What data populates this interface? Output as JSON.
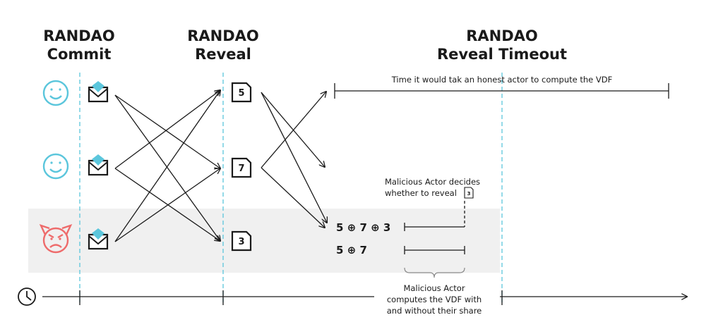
{
  "headers": {
    "commit_line1": "RANDAO",
    "commit_line2": "Commit",
    "reveal_line1": "RANDAO",
    "reveal_line2": "Reveal",
    "timeout_line1": "RANDAO",
    "timeout_line2": "Reveal Timeout"
  },
  "actors": [
    {
      "type": "honest",
      "icon": "smiley-face-icon",
      "color": "#5bc6dc"
    },
    {
      "type": "honest",
      "icon": "smiley-face-icon",
      "color": "#5bc6dc"
    },
    {
      "type": "malicious",
      "icon": "angry-devil-face-icon",
      "color": "#ee6b6b"
    }
  ],
  "reveals": [
    "5",
    "7",
    "3"
  ],
  "labels": {
    "honest_vdf": "Time it would tak an honest actor to compute the VDF",
    "decides_line1": "Malicious Actor decides",
    "decides_line2": "whether to reveal",
    "decides_doc": "3",
    "computes_line1": "Malicious Actor",
    "computes_line2": "computes the VDF with",
    "computes_line3": "and without their share"
  },
  "results": {
    "with_share": "5 ⊕ 7 ⊕ 3",
    "without_share": "5 ⊕ 7"
  },
  "colors": {
    "accent_cyan": "#5bc6dc",
    "malicious_red": "#ee6b6b",
    "highlight_gray": "#f0f0f0",
    "ink": "#1a1a1a"
  }
}
